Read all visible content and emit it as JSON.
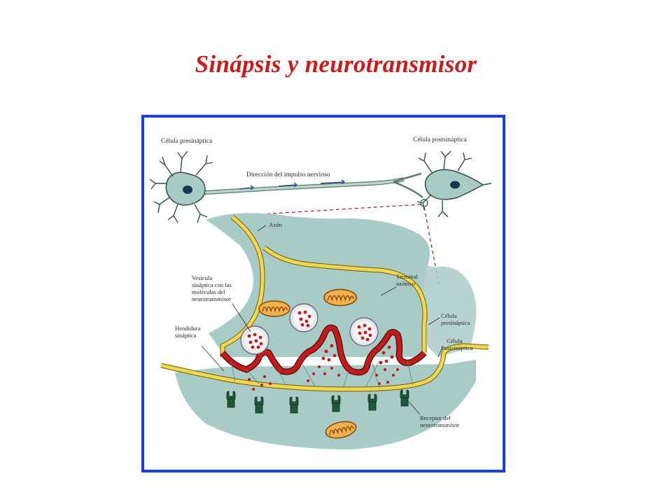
{
  "title": "Sinápsis y neurotransmisor",
  "diagram": {
    "frame_color": "#1a3fe0",
    "cytoplasm_color": "#a9cbc6",
    "membrane_color": "#f2d84a",
    "active_zone_color": "#c41a1a",
    "labels": {
      "presynaptic_cell": "Célula presináptica",
      "postsynaptic_cell": "Célula postsináptica",
      "impulse_direction": "Dirección del impulso nervioso",
      "axon": "Axón",
      "vesicle_line1": "Vesícula",
      "vesicle_line2": "sináptica con las",
      "vesicle_line3": "moléculas del",
      "vesicle_line4": "neurotransmisor",
      "terminal_line1": "Terminal",
      "terminal_line2": "axónico",
      "cleft_line1": "Hendidura",
      "cleft_line2": "sináptica",
      "pre_cell_line1": "Célula",
      "pre_cell_line2": "presináptica",
      "post_cell_line1": "Célula",
      "post_cell_line2": "Postsináptica",
      "receptor_line1": "Receptor del",
      "receptor_line2": "neurotransmisor"
    }
  }
}
